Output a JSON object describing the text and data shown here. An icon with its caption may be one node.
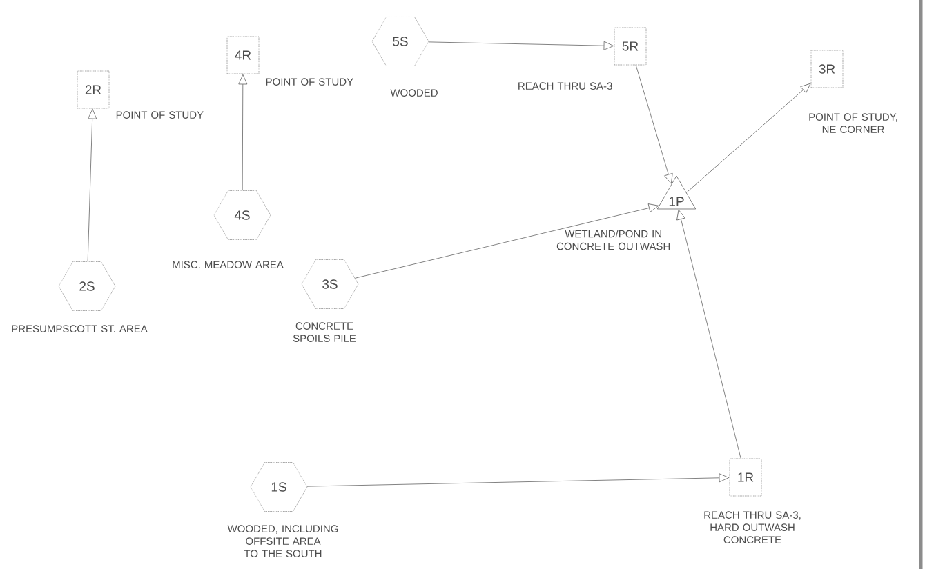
{
  "diagram": {
    "nodes": [
      {
        "text": [
          "5S"
        ],
        "beside": [
          "WOODED"
        ]
      },
      {
        "text": [
          "5R"
        ],
        "beside": [
          "REACH THRU SA-3"
        ]
      },
      {
        "text": [
          "4R"
        ],
        "beside": [
          "POINT OF STUDY"
        ]
      },
      {
        "text": [
          "3R"
        ],
        "beside": [
          "POINT OF STUDY,  NE CORNER"
        ]
      },
      {
        "text": [
          "2R"
        ],
        "beside": [
          "POINT OF STUDY"
        ]
      },
      {
        "text": [
          "4S"
        ],
        "beside": [
          "MISC. MEADOW AREA"
        ]
      },
      {
        "text": [
          "1P"
        ],
        "beside": [
          "WETLAND/POND IN CONCRETE OUTWASH"
        ]
      },
      {
        "text": [
          "2S"
        ],
        "beside": [
          "PRESUMPSCOTT ST. AREA"
        ]
      },
      {
        "text": [
          "3S"
        ],
        "beside": [
          "CONCRETE SPOILS PILE"
        ]
      },
      {
        "text": [
          "1S"
        ],
        "beside": [
          "WOODED, INCLUDING OFFSITE AREA TO THE SOUTH"
        ]
      },
      {
        "text": [
          "1R"
        ],
        "beside": [
          "REACH THRU SA-3, HARD OUTWASH CONCRETE"
        ]
      }
    ],
    "edges": [
      {
        "from": 0,
        "to": 1,
        "arrow": "to"
      },
      {
        "from": 7,
        "to": 4,
        "arrow": "to"
      },
      {
        "from": 5,
        "to": 2,
        "arrow": "to"
      },
      {
        "from": 1,
        "to": 6,
        "arrow": "to"
      },
      {
        "from": 8,
        "to": 6,
        "arrow": "to"
      },
      {
        "from": 6,
        "to": 3,
        "arrow": "to"
      },
      {
        "from": 9,
        "to": 10,
        "arrow": "to"
      },
      {
        "from": 10,
        "to": 6,
        "arrow": "to"
      }
    ]
  }
}
